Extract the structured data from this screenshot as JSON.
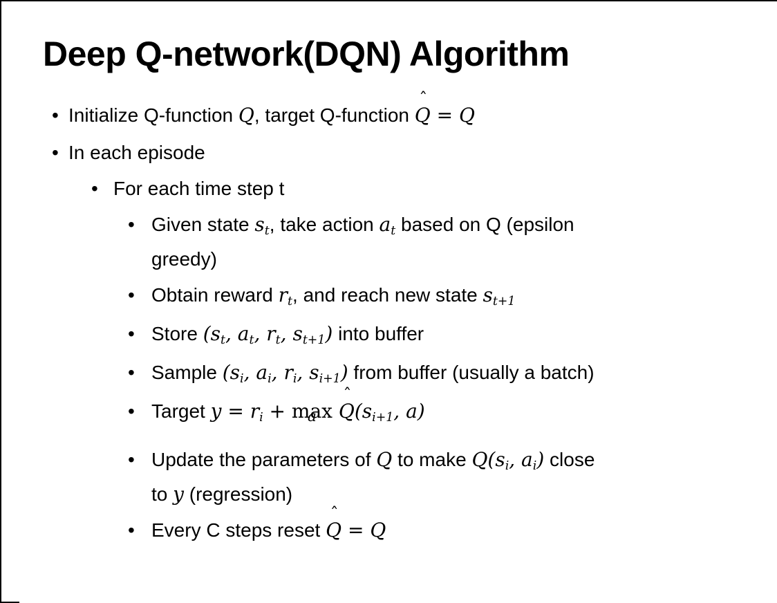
{
  "slide": {
    "title": "Deep Q-network(DQN) Algorithm",
    "bullet_char": "•",
    "hat_mark": "ˆ"
  },
  "bullets": [
    {
      "level": 1,
      "lines": [
        [
          {
            "t": "Initialize Q-function "
          },
          {
            "m": "Q"
          },
          {
            "t": ", target Q-function "
          },
          {
            "hat": "Q"
          },
          {
            "m": " = Q"
          }
        ]
      ]
    },
    {
      "level": 1,
      "lines": [
        [
          {
            "t": "In each episode"
          }
        ]
      ]
    },
    {
      "level": 2,
      "lines": [
        [
          {
            "t": "For each time step t"
          }
        ]
      ]
    },
    {
      "level": 3,
      "lines": [
        [
          {
            "t": "Given state "
          },
          {
            "m": "s"
          },
          {
            "sub": "t"
          },
          {
            "t": ", take action "
          },
          {
            "m": "a"
          },
          {
            "sub": "t"
          },
          {
            "t": " based on Q (epsilon"
          }
        ],
        [
          {
            "t": "greedy)"
          }
        ]
      ]
    },
    {
      "level": 3,
      "lines": [
        [
          {
            "t": "Obtain reward "
          },
          {
            "m": "r"
          },
          {
            "sub": "t"
          },
          {
            "t": ", and reach new state "
          },
          {
            "m": "s"
          },
          {
            "sub": "t+1"
          }
        ]
      ]
    },
    {
      "level": 3,
      "lines": [
        [
          {
            "t": "Store "
          },
          {
            "m": "(s"
          },
          {
            "sub": "t"
          },
          {
            "m": ", a"
          },
          {
            "sub": "t"
          },
          {
            "m": ", r"
          },
          {
            "sub": "t"
          },
          {
            "m": ", s"
          },
          {
            "sub": "t+1"
          },
          {
            "m": ")"
          },
          {
            "t": " into buffer"
          }
        ]
      ]
    },
    {
      "level": 3,
      "lines": [
        [
          {
            "t": "Sample "
          },
          {
            "m": "(s"
          },
          {
            "sub": "i"
          },
          {
            "m": ", a"
          },
          {
            "sub": "i"
          },
          {
            "m": ", r"
          },
          {
            "sub": "i"
          },
          {
            "m": ", s"
          },
          {
            "sub": "i+1"
          },
          {
            "m": ")"
          },
          {
            "t": " from buffer (usually a batch)"
          }
        ]
      ]
    },
    {
      "level": 3,
      "extra_space_below": true,
      "lines": [
        [
          {
            "t": "Target "
          },
          {
            "m": "y"
          },
          {
            "m": " = "
          },
          {
            "m": "r"
          },
          {
            "sub": "i"
          },
          {
            "m": " + "
          },
          {
            "top": "max",
            "under": "a"
          },
          {
            "m": " "
          },
          {
            "hat": "Q"
          },
          {
            "m": "(s"
          },
          {
            "sub": "i+1"
          },
          {
            "m": ", a)"
          }
        ]
      ]
    },
    {
      "level": 3,
      "lines": [
        [
          {
            "t": "Update the parameters of "
          },
          {
            "m": "Q"
          },
          {
            "t": " to make "
          },
          {
            "m": "Q(s"
          },
          {
            "sub": "i"
          },
          {
            "m": ", a"
          },
          {
            "sub": "i"
          },
          {
            "m": ")"
          },
          {
            "t": " close"
          }
        ],
        [
          {
            "t": "to "
          },
          {
            "m": "y"
          },
          {
            "t": " (regression)"
          }
        ]
      ]
    },
    {
      "level": 3,
      "lines": [
        [
          {
            "t": "Every C steps reset "
          },
          {
            "hat": "Q"
          },
          {
            "m": " = Q"
          }
        ]
      ]
    }
  ]
}
